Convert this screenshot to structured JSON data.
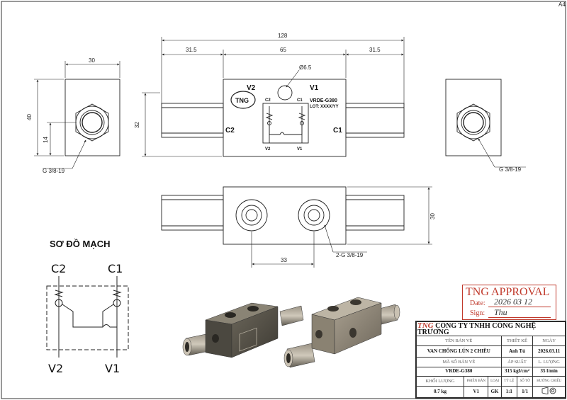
{
  "sheet": {
    "corner": "A4"
  },
  "dimensions": {
    "overall_length": "128",
    "seg_left": "31.5",
    "seg_mid": "65",
    "seg_right": "31.5",
    "side_width": "30",
    "side_height": "40",
    "port_height": "14",
    "port_thread": "G 3/8-19",
    "front_height": "32",
    "hole_dia": "Ø6.5",
    "bottom_height": "30",
    "hole_spacing": "33",
    "bottom_thread": "2-G 3/8-19"
  },
  "front_view": {
    "logo": "TNG",
    "v2": "V2",
    "v1": "V1",
    "c2": "C2",
    "c1": "C1",
    "model": "VRDE-G380",
    "lot": "LOT: XXXX/YY",
    "sym_c2": "C2",
    "sym_c1": "C1",
    "sym_v2": "V2",
    "sym_v1": "V1"
  },
  "circuit": {
    "title": "SƠ ĐỒ MẠCH",
    "c2": "C2",
    "c1": "C1",
    "v2": "V2",
    "v1": "V1"
  },
  "approval": {
    "title": "TNG APPROVAL",
    "date_label": "Date:",
    "date_value": "2026 03 12",
    "sign_label": "Sign:",
    "sign_value": "Thu"
  },
  "title_block": {
    "logo": "TNG",
    "company": "CÔNG TY TNHH CÔNG NGHỆ TRƯƠNG",
    "h_name": "TÊN BẢN VẼ",
    "h_designer": "THIẾT KẾ",
    "h_date": "NGÀY",
    "name": "VAN CHỐNG LÚN 2 CHIỀU",
    "designer": "Anh Tú",
    "date": "2026.03.11",
    "h_code": "MÃ SỐ BẢN VẼ",
    "h_pressure": "ÁP SUẤT",
    "h_flow": "L. LƯỢNG",
    "code": "VRDE-G380",
    "pressure": "315 kgf/cm²",
    "flow": "35 l/min",
    "h_weight": "KHỐI LƯỢNG",
    "h_version": "PHIÊN BẢN",
    "h_type": "LOẠI",
    "h_scale": "TỶ LỆ",
    "h_sheet": "SỐ TỜ",
    "h_projection": "HƯỚNG CHIẾU",
    "weight": "0.7 kg",
    "version": "V1",
    "type": "GK",
    "scale": "1:1",
    "sheet": "1/1"
  },
  "colors": {
    "approval_red": "#c0392b",
    "logo_red": "#c0392b",
    "body_dark": "#5a554a",
    "body_light": "#8e8678"
  }
}
